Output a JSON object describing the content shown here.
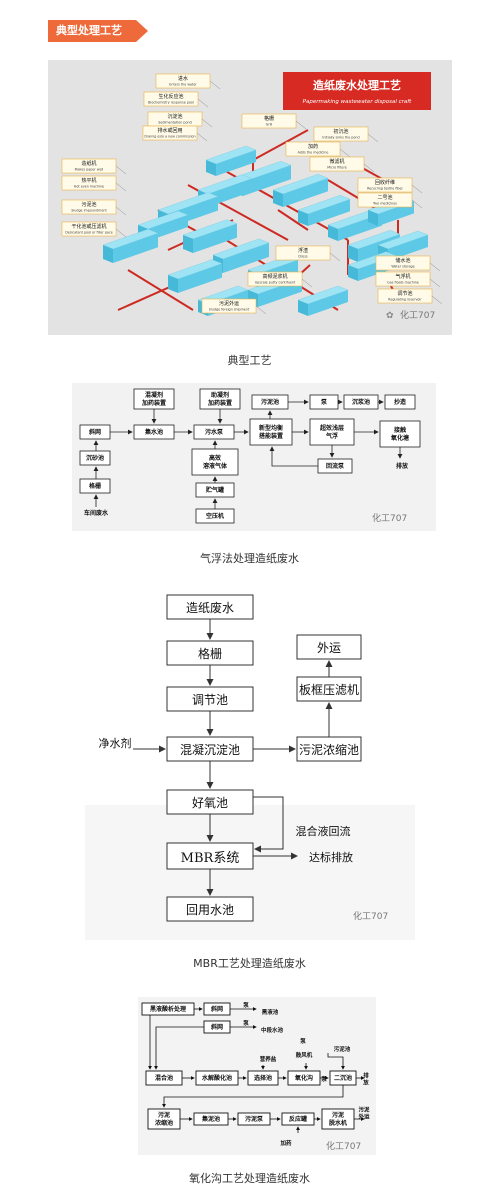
{
  "section_tag": "典型处理工艺",
  "fig1": {
    "title_cn": "造纸废水处理工艺",
    "title_en": "Papermaking wastewater disposal craft",
    "labels": [
      {
        "cn": "进水",
        "en": "Enters the water"
      },
      {
        "cn": "生化反应池",
        "en": "Biochemistry response pool"
      },
      {
        "cn": "沉淀池",
        "en": "Sedimentation pond"
      },
      {
        "cn": "排水或回用",
        "en": "Drainig eslo a new commission"
      },
      {
        "cn": "格栅",
        "en": "Grill"
      },
      {
        "cn": "初沉池",
        "en": "Initially sinks the pond"
      },
      {
        "cn": "加药",
        "en": "Adds the medicine"
      },
      {
        "cn": "微滤机",
        "en": "Micro filtere"
      },
      {
        "cn": "造纸机",
        "en": "Makes paper well"
      },
      {
        "cn": "热平机",
        "en": "Hot even machine"
      },
      {
        "cn": "回收纤维",
        "en": "Recycling textile fiber"
      },
      {
        "cn": "二号池",
        "en": "Two medicines"
      },
      {
        "cn": "污泥池",
        "en": "Sludge impoundment"
      },
      {
        "cn": "干化池或压滤机",
        "en": "Desicatant pool or filler pace"
      },
      {
        "cn": "浮渣",
        "en": "Dross"
      },
      {
        "cn": "高频泥浆机",
        "en": "Upscale putty centifuent"
      },
      {
        "cn": "储水池",
        "en": "Water storage"
      },
      {
        "cn": "气浮机",
        "en": "Gas floats machine"
      },
      {
        "cn": "调节池",
        "en": "Regulating reservoir"
      },
      {
        "cn": "污泥外运",
        "en": "Sludge foreign shipment"
      }
    ],
    "watermark": "化工707"
  },
  "caption1": "典型工艺",
  "fig2": {
    "nodes": {
      "n1": "混凝剂 加药装置",
      "n2": "助凝剂 加药装置",
      "n3": "污泥池",
      "n4": "泵",
      "n5": "沉浆池",
      "n6": "抄造",
      "n7": "斜网",
      "n8": "集水池",
      "n9": "污水泵",
      "n10": "新型均衡 搭能装置",
      "n11": "超效浅层 气浮",
      "n12": "接触 氧化塘",
      "n13": "沉砂池",
      "n14": "高效 溶液气体",
      "n15": "回流泵",
      "n16": "排放",
      "n17": "格栅",
      "n18": "贮气罐",
      "n19": "车间废水",
      "n20": "空压机"
    },
    "watermark": "化工707"
  },
  "caption2": "气浮法处理造纸废水",
  "fig3": {
    "boxes": [
      "造纸废水",
      "格栅",
      "调节池",
      "混凝沉淀池",
      "好氧池",
      "MBR系统",
      "回用水池",
      "外运",
      "板框压滤机",
      "污泥浓缩池"
    ],
    "labels": [
      "净水剂",
      "混合液回流",
      "达标排放"
    ],
    "watermark": "化工707"
  },
  "caption3": "MBR工艺处理造纸废水",
  "fig4": {
    "boxes": [
      "黑液酸析处理",
      "斜网",
      "斜网",
      "混合池",
      "水解酸化池",
      "选择池",
      "氧化沟",
      "二沉池",
      "污泥 浓缩池",
      "集泥池",
      "污泥泵",
      "反应罐",
      "污泥 脱水机"
    ],
    "labels": [
      "泵",
      "黑液池",
      "泵",
      "中段水池",
      "泵",
      "营养盐",
      "鼓风机",
      "污泥池",
      "泵",
      "排 放",
      "加药",
      "污泥 外运"
    ],
    "watermark": "化工707"
  },
  "caption4": "氧化沟工艺处理造纸废水"
}
